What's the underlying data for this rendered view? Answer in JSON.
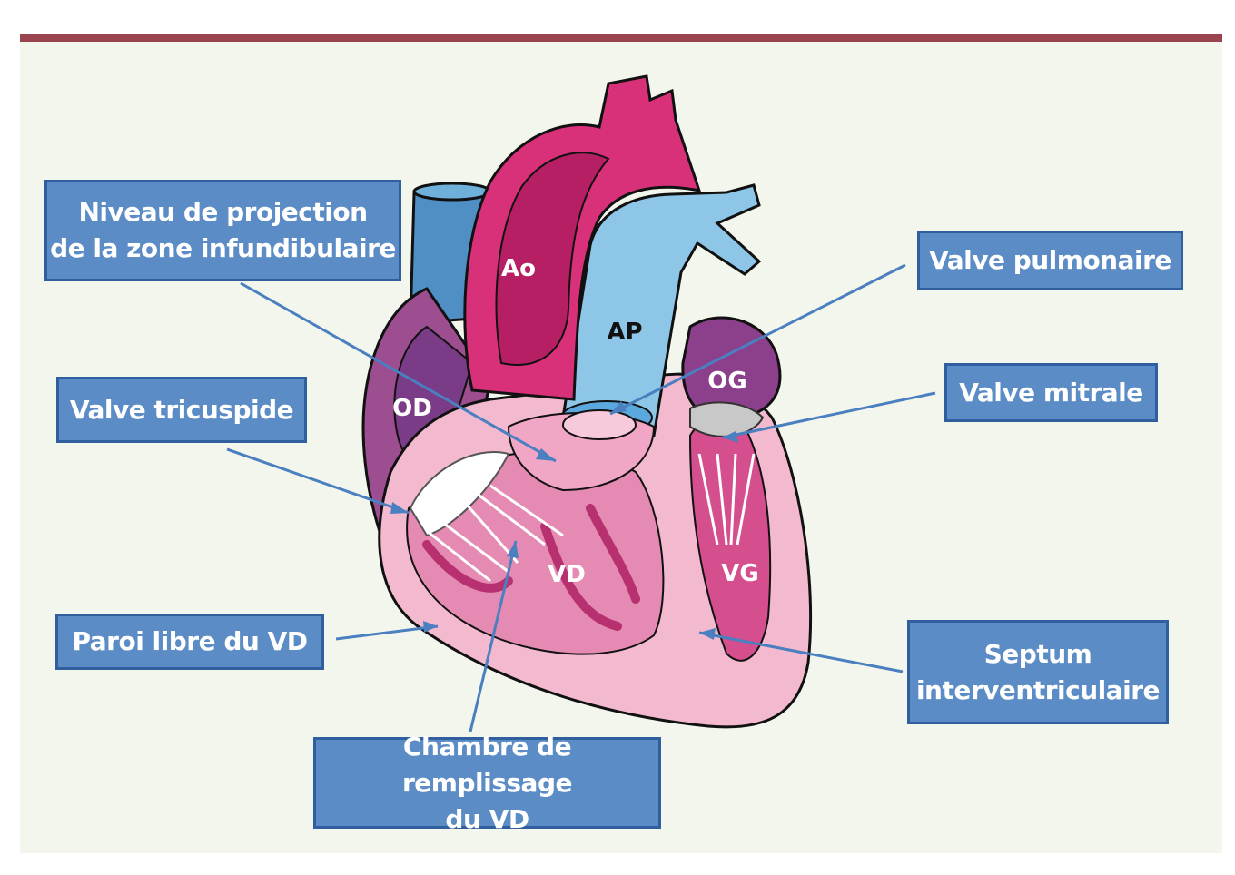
{
  "colors": {
    "frame": "#9a4450",
    "background": "#f3f6ed",
    "label_fill": "#5b8cc6",
    "label_border": "#2f5f9f",
    "aorta": "#d8317a",
    "pulmonary_artery": "#8ec6e8",
    "myocardium": "#f3b9cf",
    "atrium": "#9d4e91",
    "pointer": "#4a7fc0"
  },
  "labels": {
    "infundibular": [
      "Niveau de projection",
      "de la zone infundibulaire"
    ],
    "tricuspid": [
      "Valve tricuspide"
    ],
    "free_wall": [
      "Paroi libre du VD"
    ],
    "filling_chamber": [
      "Chambre de remplissage",
      "du VD"
    ],
    "pulmonary_valve": [
      "Valve pulmonaire"
    ],
    "mitral_valve": [
      "Valve mitrale"
    ],
    "septum": [
      "Septum",
      "interventriculaire"
    ]
  },
  "structures": {
    "ao": "Ao",
    "ap": "AP",
    "od": "OD",
    "og": "OG",
    "vd": "VD",
    "vg": "VG"
  }
}
